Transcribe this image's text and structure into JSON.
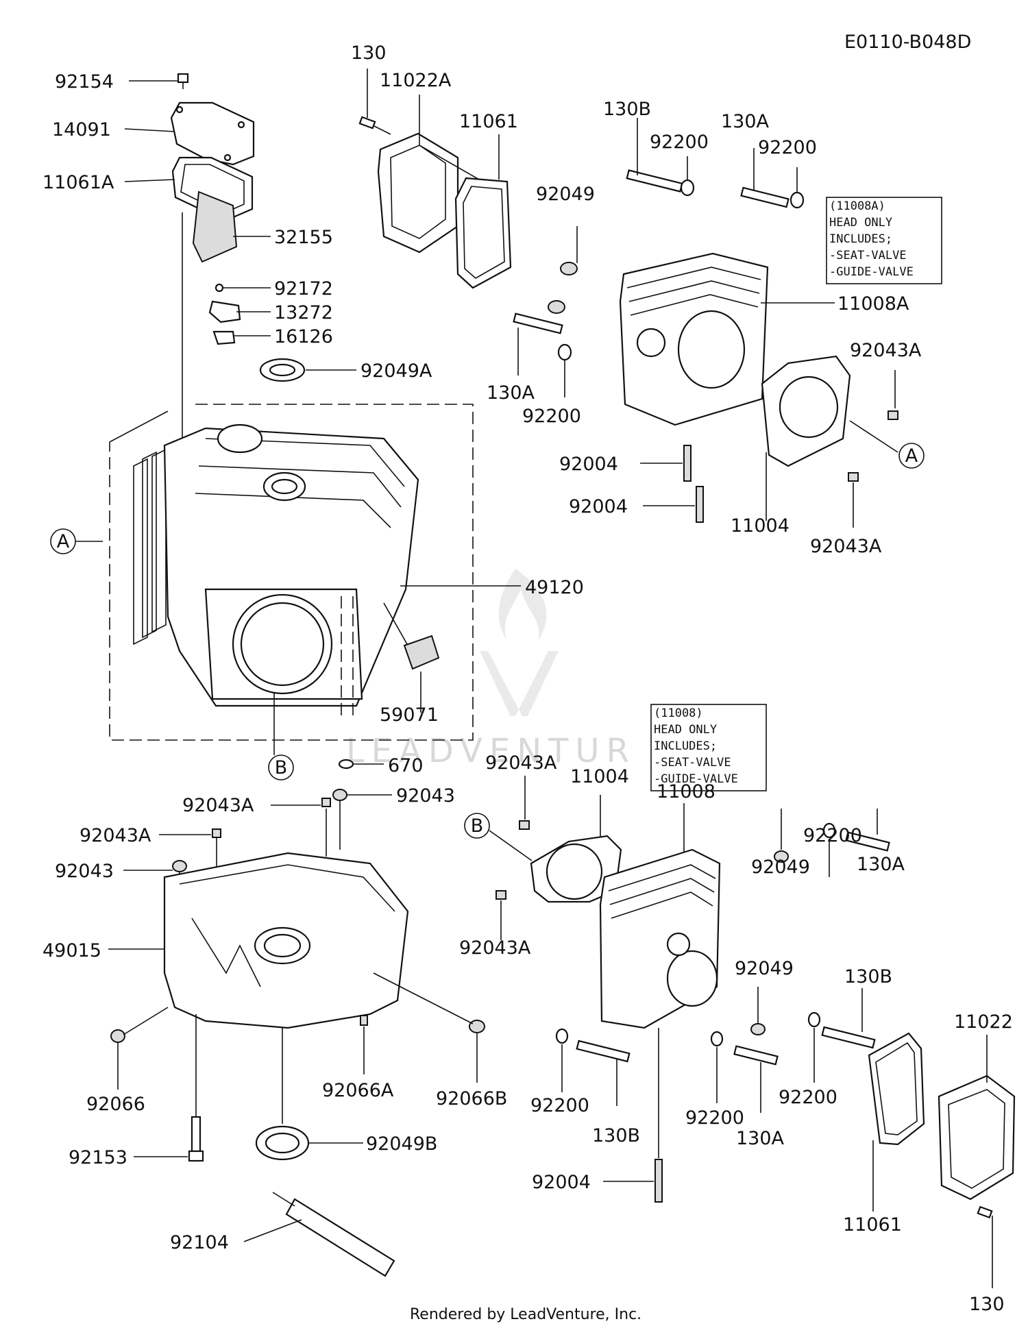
{
  "diagram": {
    "code": "E0110-B048D",
    "footer": "Rendered by LeadVenture, Inc.",
    "watermark": "LEADVENTUR",
    "note_head_a": [
      "(11008A)",
      "HEAD ONLY",
      "INCLUDES;",
      "-SEAT-VALVE",
      "-GUIDE-VALVE"
    ],
    "note_head": [
      "(11008)",
      "HEAD ONLY",
      "INCLUDES;",
      "-SEAT-VALVE",
      "-GUIDE-VALVE"
    ],
    "callouts": {
      "a": "A",
      "b": "B"
    }
  },
  "labels": {
    "top_left": [
      "92154",
      "14091",
      "11061A",
      "32155",
      "92172",
      "13272",
      "16126",
      "92049A"
    ],
    "top_cover": [
      "130",
      "11022A",
      "11061"
    ],
    "top_right": [
      "130B",
      "92200",
      "130A",
      "92200",
      "92049",
      "11008A",
      "130A",
      "92200",
      "92043A",
      "92004",
      "92004",
      "11004",
      "92043A"
    ],
    "block": [
      "49120",
      "59071",
      "670"
    ],
    "crankcase": [
      "92043A",
      "92043",
      "92043A",
      "92043",
      "49015",
      "92066",
      "92066A",
      "92066B",
      "92153",
      "92049B",
      "92104"
    ],
    "bottom_right": [
      "92043A",
      "11004",
      "11008",
      "92200",
      "92049",
      "130A",
      "92043A",
      "92049",
      "130B",
      "11022",
      "92200",
      "130B",
      "92200",
      "130A",
      "92200",
      "92004",
      "11061",
      "130"
    ]
  }
}
